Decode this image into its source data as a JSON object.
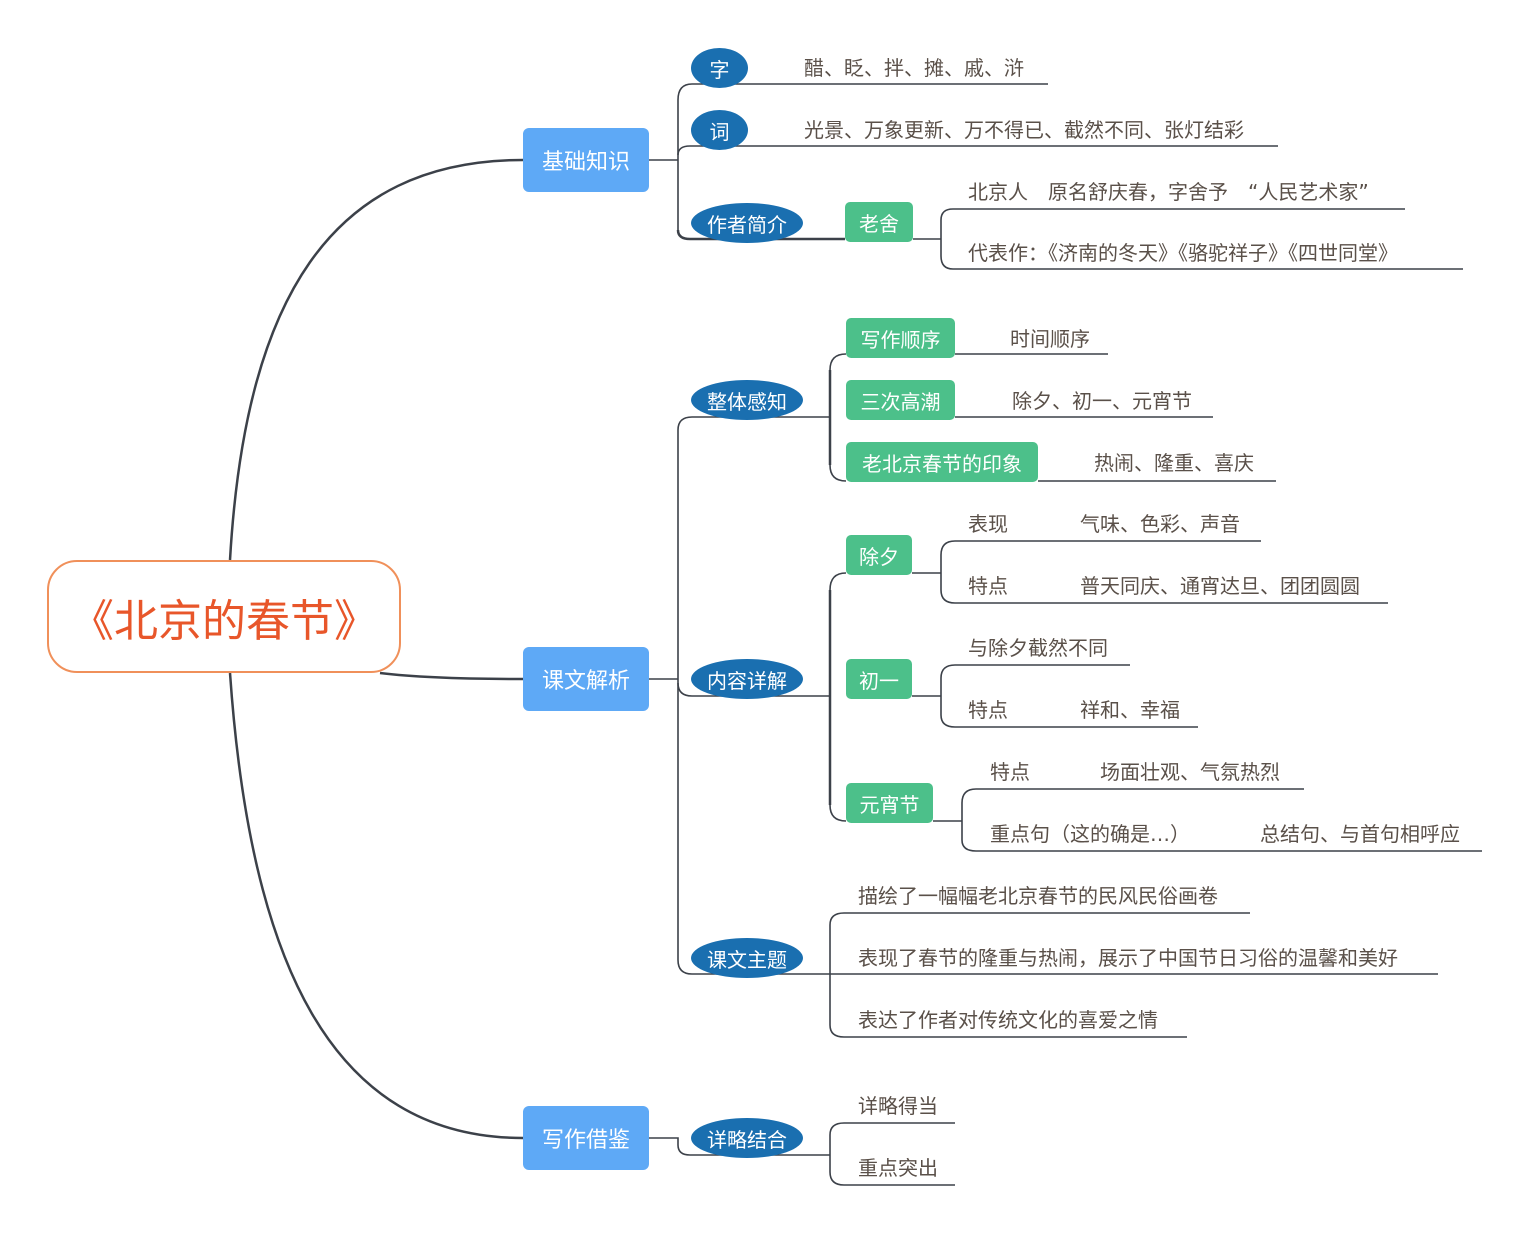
{
  "root": {
    "title": "《北京的春节》"
  },
  "branches": {
    "basic": {
      "label": "基础知识",
      "zi": {
        "label": "字",
        "content": "醋、眨、拌、摊、戚、浒"
      },
      "ci": {
        "label": "词",
        "content": "光景、万象更新、万不得已、截然不同、张灯结彩"
      },
      "author": {
        "label": "作者简介",
        "name": "老舍",
        "details": [
          "北京人　原名舒庆春，字舍予　“人民艺术家”",
          "代表作：《济南的冬天》《骆驼祥子》《四世同堂》"
        ]
      }
    },
    "analysis": {
      "label": "课文解析",
      "overall": {
        "label": "整体感知",
        "items": [
          {
            "label": "写作顺序",
            "value": "时间顺序"
          },
          {
            "label": "三次高潮",
            "value": "除夕、初一、元宵节"
          },
          {
            "label": "老北京春节的印象",
            "value": "热闹、隆重、喜庆"
          }
        ]
      },
      "detail": {
        "label": "内容详解",
        "chuxi": {
          "label": "除夕",
          "rows": [
            {
              "label": "表现",
              "value": "气味、色彩、声音"
            },
            {
              "label": "特点",
              "value": "普天同庆、通宵达旦、团团圆圆"
            }
          ]
        },
        "chuyi": {
          "label": "初一",
          "contrast": "与除夕截然不同",
          "row": {
            "label": "特点",
            "value": "祥和、幸福"
          }
        },
        "yuanxiao": {
          "label": "元宵节",
          "rows": [
            {
              "label": "特点",
              "value": "场面壮观、气氛热烈"
            },
            {
              "label": "重点句（这的确是…）",
              "value": "总结句、与首句相呼应"
            }
          ]
        }
      },
      "theme": {
        "label": "课文主题",
        "items": [
          "描绘了一幅幅老北京春节的民风民俗画卷",
          "表现了春节的隆重与热闹，展示了中国节日习俗的温馨和美好",
          "表达了作者对传统文化的喜爱之情"
        ]
      }
    },
    "writing": {
      "label": "写作借鉴",
      "combo": {
        "label": "详略结合",
        "items": [
          "详略得当",
          "重点突出"
        ]
      }
    }
  },
  "colors": {
    "root_border": "#F0905A",
    "root_text": "#E8562A",
    "level1": "#5EA9F6",
    "level2": "#1A6FB0",
    "level3": "#4CC08A",
    "text": "#5A5049",
    "line": "#3C4149"
  }
}
